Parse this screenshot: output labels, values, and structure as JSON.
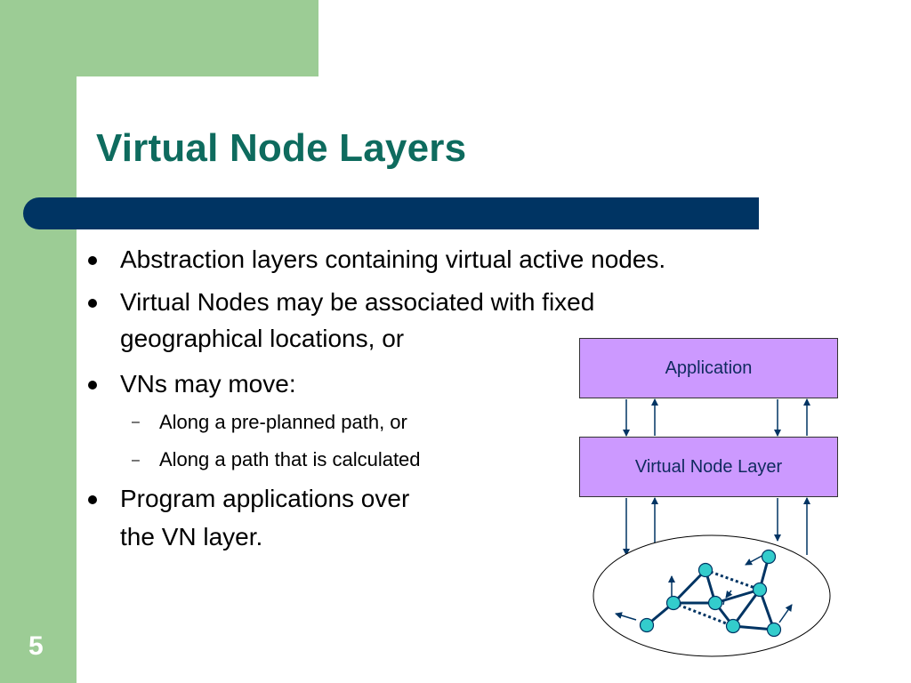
{
  "slide": {
    "title": "Virtual Node Layers",
    "page_number": "5",
    "bullets": [
      {
        "text_lines": [
          "Abstraction layers containing virtual active nodes."
        ]
      },
      {
        "text_lines": [
          "Virtual Nodes may be associated with fixed",
          "geographical locations, or"
        ]
      },
      {
        "text_lines": [
          "VNs may move:"
        ]
      },
      {
        "text_lines": [
          "Program applications over",
          "the VN layer."
        ]
      }
    ],
    "sub_bullets": [
      {
        "marker": "–",
        "text": "Along a pre-planned path, or"
      },
      {
        "marker": "–",
        "text": "Along a path that is calculated"
      }
    ]
  },
  "diagram": {
    "application_label": "Application",
    "vn_layer_label": "Virtual Node Layer",
    "node_color": "#33cccc",
    "box_color": "#cc99ff",
    "line_color": "#003463"
  },
  "colors": {
    "accent_green": "#9ccc95",
    "title_color": "#0e6b5e",
    "bar_color": "#003463"
  }
}
